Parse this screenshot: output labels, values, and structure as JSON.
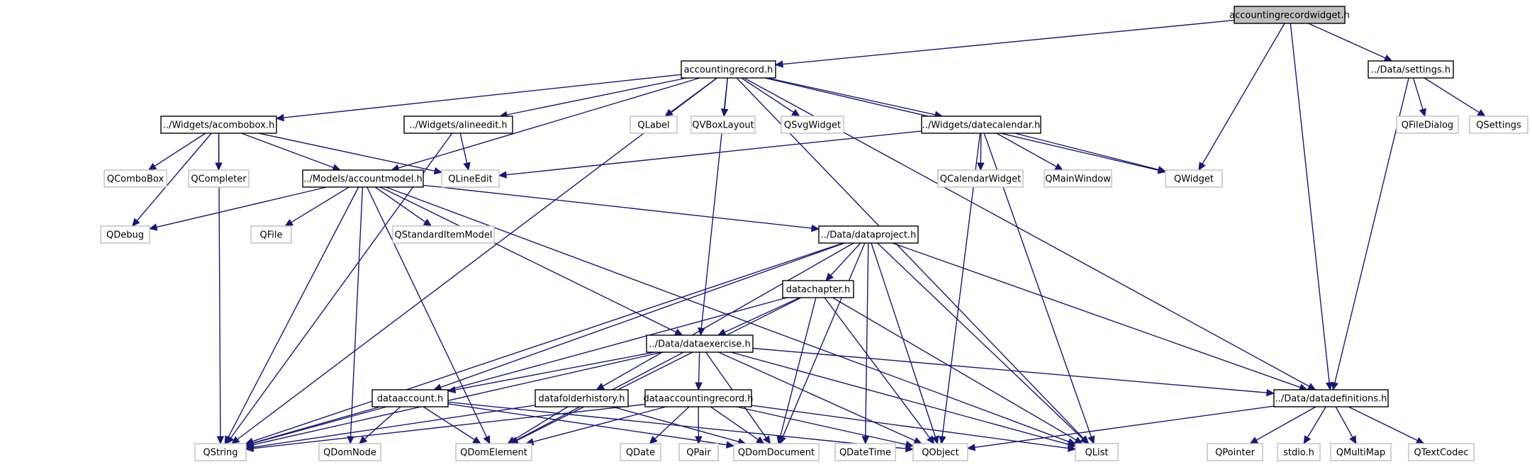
{
  "nodes": {
    "accountingrecordwidget_h": {
      "label": "accountingrecordwidget.h",
      "kind": "root"
    },
    "accountingrecord_h": {
      "label": "accountingrecord.h",
      "kind": "local"
    },
    "data_settings_h": {
      "label": "../Data/settings.h",
      "kind": "local"
    },
    "widgets_acombobox_h": {
      "label": "../Widgets/acombobox.h",
      "kind": "local"
    },
    "widgets_alineedit_h": {
      "label": "../Widgets/alineedit.h",
      "kind": "local"
    },
    "qlabel": {
      "label": "QLabel",
      "kind": "ext"
    },
    "qvboxlayout": {
      "label": "QVBoxLayout",
      "kind": "ext"
    },
    "qsvgwidget": {
      "label": "QSvgWidget",
      "kind": "ext"
    },
    "widgets_datecalendar_h": {
      "label": "../Widgets/datecalendar.h",
      "kind": "local"
    },
    "qfiledialog": {
      "label": "QFileDialog",
      "kind": "ext"
    },
    "qsettings": {
      "label": "QSettings",
      "kind": "ext"
    },
    "qcombobox": {
      "label": "QComboBox",
      "kind": "ext"
    },
    "qcompleter": {
      "label": "QCompleter",
      "kind": "ext"
    },
    "models_accountmodel_h": {
      "label": "../Models/accountmodel.h",
      "kind": "local"
    },
    "qlineedit": {
      "label": "QLineEdit",
      "kind": "ext"
    },
    "qcalendarwidget": {
      "label": "QCalendarWidget",
      "kind": "ext"
    },
    "qmainwindow": {
      "label": "QMainWindow",
      "kind": "ext"
    },
    "qwidget": {
      "label": "QWidget",
      "kind": "ext"
    },
    "qdebug": {
      "label": "QDebug",
      "kind": "ext"
    },
    "qfile": {
      "label": "QFile",
      "kind": "ext"
    },
    "qstandarditemmodel": {
      "label": "QStandardItemModel",
      "kind": "ext"
    },
    "data_dataproject_h": {
      "label": "../Data/dataproject.h",
      "kind": "local"
    },
    "datachapter_h": {
      "label": "datachapter.h",
      "kind": "local"
    },
    "data_dataexercise_h": {
      "label": "../Data/dataexercise.h",
      "kind": "local"
    },
    "dataaccount_h": {
      "label": "dataaccount.h",
      "kind": "local"
    },
    "datafolderhistory_h": {
      "label": "datafolderhistory.h",
      "kind": "local"
    },
    "dataaccountingrecord_h": {
      "label": "dataaccountingrecord.h",
      "kind": "local"
    },
    "data_datadefinitions_h": {
      "label": "../Data/datadefinitions.h",
      "kind": "local"
    },
    "qstring": {
      "label": "QString",
      "kind": "ext"
    },
    "qdomnode": {
      "label": "QDomNode",
      "kind": "ext"
    },
    "qdomelement": {
      "label": "QDomElement",
      "kind": "ext"
    },
    "qdate": {
      "label": "QDate",
      "kind": "ext"
    },
    "qpair": {
      "label": "QPair",
      "kind": "ext"
    },
    "qdomdocument": {
      "label": "QDomDocument",
      "kind": "ext"
    },
    "qdatetime": {
      "label": "QDateTime",
      "kind": "ext"
    },
    "qobject": {
      "label": "QObject",
      "kind": "ext"
    },
    "qlist": {
      "label": "QList",
      "kind": "ext"
    },
    "qpointer": {
      "label": "QPointer",
      "kind": "ext"
    },
    "stdio_h": {
      "label": "stdio.h",
      "kind": "ext"
    },
    "qmultimap": {
      "label": "QMultiMap",
      "kind": "ext"
    },
    "qtextcodec": {
      "label": "QTextCodec",
      "kind": "ext"
    }
  },
  "edges": [
    [
      "accountingrecordwidget_h",
      "accountingrecord_h"
    ],
    [
      "accountingrecordwidget_h",
      "data_settings_h"
    ],
    [
      "accountingrecordwidget_h",
      "qwidget"
    ],
    [
      "accountingrecordwidget_h",
      "data_datadefinitions_h"
    ],
    [
      "accountingrecord_h",
      "qstring"
    ],
    [
      "accountingrecord_h",
      "widgets_acombobox_h"
    ],
    [
      "accountingrecord_h",
      "models_accountmodel_h"
    ],
    [
      "accountingrecord_h",
      "widgets_alineedit_h"
    ],
    [
      "accountingrecord_h",
      "qlabel"
    ],
    [
      "accountingrecord_h",
      "qvboxlayout"
    ],
    [
      "accountingrecord_h",
      "qsvgwidget"
    ],
    [
      "accountingrecord_h",
      "widgets_datecalendar_h"
    ],
    [
      "accountingrecord_h",
      "qwidget"
    ],
    [
      "accountingrecord_h",
      "data_dataexercise_h"
    ],
    [
      "accountingrecord_h",
      "data_datadefinitions_h"
    ],
    [
      "accountingrecord_h",
      "qlist"
    ],
    [
      "data_settings_h",
      "qfiledialog"
    ],
    [
      "data_settings_h",
      "qsettings"
    ],
    [
      "data_settings_h",
      "data_datadefinitions_h"
    ],
    [
      "widgets_acombobox_h",
      "qcombobox"
    ],
    [
      "widgets_acombobox_h",
      "qcompleter"
    ],
    [
      "widgets_acombobox_h",
      "models_accountmodel_h"
    ],
    [
      "widgets_acombobox_h",
      "qlineedit"
    ],
    [
      "widgets_acombobox_h",
      "qdebug"
    ],
    [
      "widgets_acombobox_h",
      "qstring"
    ],
    [
      "widgets_alineedit_h",
      "qlineedit"
    ],
    [
      "widgets_alineedit_h",
      "qstring"
    ],
    [
      "widgets_datecalendar_h",
      "qlineedit"
    ],
    [
      "widgets_datecalendar_h",
      "qcalendarwidget"
    ],
    [
      "widgets_datecalendar_h",
      "qmainwindow"
    ],
    [
      "widgets_datecalendar_h",
      "qwidget"
    ],
    [
      "widgets_datecalendar_h",
      "qlist"
    ],
    [
      "widgets_datecalendar_h",
      "qobject"
    ],
    [
      "models_accountmodel_h",
      "qdebug"
    ],
    [
      "models_accountmodel_h",
      "qfile"
    ],
    [
      "models_accountmodel_h",
      "qstandarditemmodel"
    ],
    [
      "models_accountmodel_h",
      "data_dataproject_h"
    ],
    [
      "models_accountmodel_h",
      "qstring"
    ],
    [
      "models_accountmodel_h",
      "qdomnode"
    ],
    [
      "models_accountmodel_h",
      "qdomelement"
    ],
    [
      "models_accountmodel_h",
      "data_dataexercise_h"
    ],
    [
      "models_accountmodel_h",
      "qlist"
    ],
    [
      "data_dataproject_h",
      "datachapter_h"
    ],
    [
      "data_dataproject_h",
      "qstring"
    ],
    [
      "data_dataproject_h",
      "dataaccount_h"
    ],
    [
      "data_dataproject_h",
      "datafolderhistory_h"
    ],
    [
      "data_dataproject_h",
      "qdomdocument"
    ],
    [
      "data_dataproject_h",
      "qdatetime"
    ],
    [
      "data_dataproject_h",
      "qobject"
    ],
    [
      "data_dataproject_h",
      "qlist"
    ],
    [
      "data_dataproject_h",
      "data_datadefinitions_h"
    ],
    [
      "datachapter_h",
      "data_dataexercise_h"
    ],
    [
      "datachapter_h",
      "qstring"
    ],
    [
      "datachapter_h",
      "qdomelement"
    ],
    [
      "datachapter_h",
      "qdomdocument"
    ],
    [
      "datachapter_h",
      "qobject"
    ],
    [
      "datachapter_h",
      "qlist"
    ],
    [
      "data_dataexercise_h",
      "dataaccount_h"
    ],
    [
      "data_dataexercise_h",
      "dataaccountingrecord_h"
    ],
    [
      "data_dataexercise_h",
      "qstring"
    ],
    [
      "data_dataexercise_h",
      "qdomelement"
    ],
    [
      "data_dataexercise_h",
      "qdomdocument"
    ],
    [
      "data_dataexercise_h",
      "qobject"
    ],
    [
      "data_dataexercise_h",
      "qlist"
    ],
    [
      "data_dataexercise_h",
      "data_datadefinitions_h"
    ],
    [
      "dataaccount_h",
      "qstring"
    ],
    [
      "dataaccount_h",
      "qdomnode"
    ],
    [
      "dataaccount_h",
      "qdomelement"
    ],
    [
      "dataaccount_h",
      "qdomdocument"
    ],
    [
      "dataaccount_h",
      "qobject"
    ],
    [
      "datafolderhistory_h",
      "qstring"
    ],
    [
      "datafolderhistory_h",
      "qdomelement"
    ],
    [
      "datafolderhistory_h",
      "qdomdocument"
    ],
    [
      "dataaccountingrecord_h",
      "qstring"
    ],
    [
      "dataaccountingrecord_h",
      "qdate"
    ],
    [
      "dataaccountingrecord_h",
      "qpair"
    ],
    [
      "dataaccountingrecord_h",
      "qdomdocument"
    ],
    [
      "dataaccountingrecord_h",
      "qdomelement"
    ],
    [
      "dataaccountingrecord_h",
      "qobject"
    ],
    [
      "dataaccountingrecord_h",
      "qlist"
    ],
    [
      "data_datadefinitions_h",
      "qobject"
    ],
    [
      "data_datadefinitions_h",
      "qpointer"
    ],
    [
      "data_datadefinitions_h",
      "stdio_h"
    ],
    [
      "data_datadefinitions_h",
      "qmultimap"
    ],
    [
      "data_datadefinitions_h",
      "qtextcodec"
    ]
  ],
  "colors": {
    "edge": "#191970",
    "root_fill": "#bfbfbf",
    "local_border": "#000000",
    "external_border": "#bfbfbf"
  }
}
